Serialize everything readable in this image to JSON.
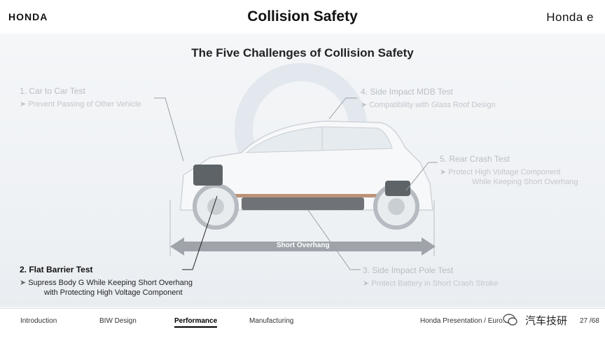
{
  "header": {
    "brand_left": "HONDA",
    "title": "Collision Safety",
    "brand_right": "Honda e"
  },
  "subtitle": "The Five Challenges of Collision Safety",
  "callouts": [
    {
      "title": "1. Car to Car Test",
      "desc": [
        "Prevent Passing of Other Vehicle"
      ]
    },
    {
      "title": "2. Flat Barrier Test",
      "desc": [
        "Supress Body G While Keeping Short Overhang",
        "with Protecting High Voltage Component"
      ]
    },
    {
      "title": "3. Side Impact Pole Test",
      "desc": [
        "Protect Battery in Short Crash Stroke"
      ]
    },
    {
      "title": "4. Side Impact MDB Test",
      "desc": [
        "Compatibility with Glass Roof Design"
      ]
    },
    {
      "title": "5. Rear Crash Test",
      "desc": [
        "Protect High Voltage Component",
        "While Keeping Short Overhang"
      ]
    }
  ],
  "short_overhang_label": "Short Overhang",
  "footer": {
    "nav": [
      "Introduction",
      "BIW Design",
      "Performance",
      "Manufacturing"
    ],
    "active": "Performance",
    "presenter": "Honda Presentation / Euro...",
    "page": "27 /68",
    "wechat_label": "汽车技研"
  },
  "colors": {
    "title_text": "#111111",
    "faded_text": "#c0c4c9",
    "arrow_band": "#9ea4aa",
    "car_body": "#f7f8f9",
    "battery": "#6f7377"
  }
}
